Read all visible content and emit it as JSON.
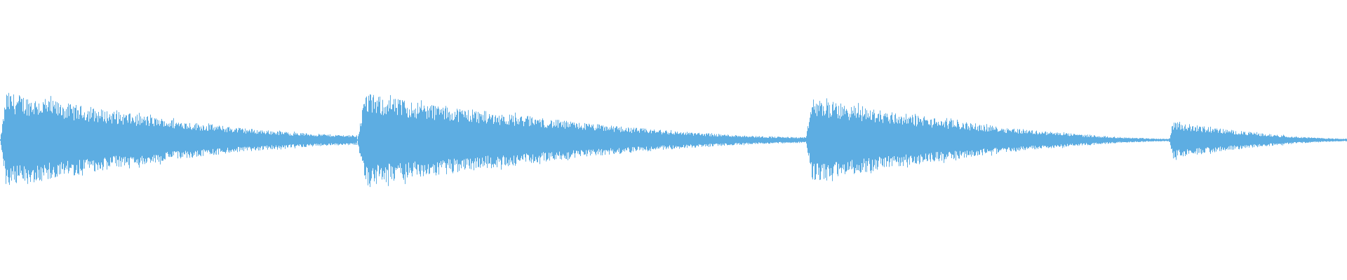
{
  "waveform": {
    "color": "#5dade2",
    "background": "#ffffff",
    "segments": [
      {
        "start": 0.0,
        "end": 0.265,
        "peak": 0.86,
        "end_level": 0.1
      },
      {
        "start": 0.265,
        "end": 0.598,
        "peak": 0.83,
        "end_level": 0.06
      },
      {
        "start": 0.598,
        "end": 0.868,
        "peak": 0.75,
        "end_level": 0.03
      },
      {
        "start": 0.868,
        "end": 1.0,
        "peak": 0.33,
        "end_level": 0.07
      }
    ]
  }
}
